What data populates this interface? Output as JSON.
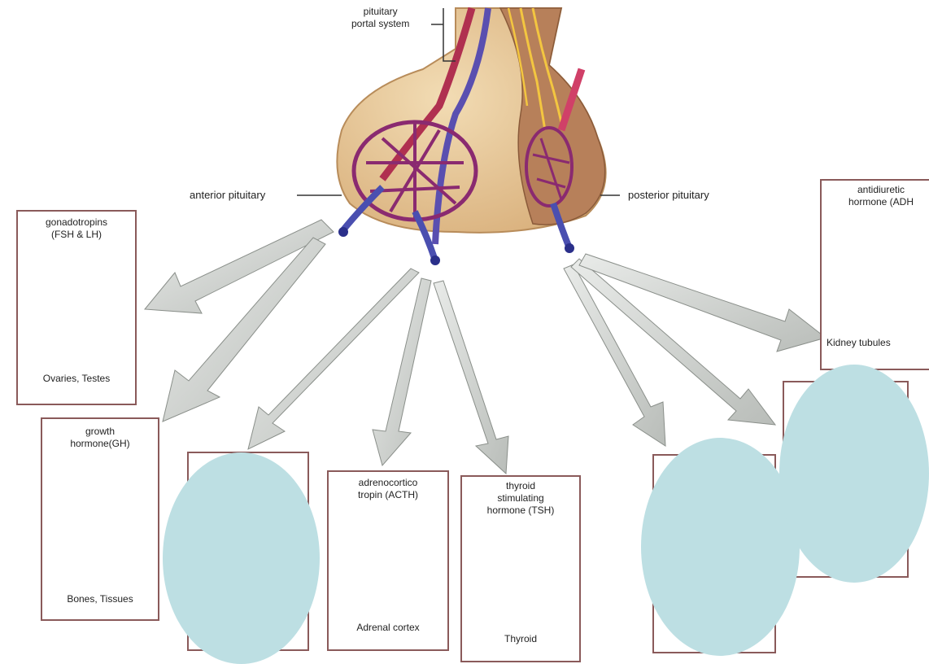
{
  "labels": {
    "portal": [
      "pituitary",
      "portal system"
    ],
    "anterior": "anterior pituitary",
    "posterior": "posterior pituitary"
  },
  "cards": {
    "gonadotropins": {
      "hormone": [
        "gonadotropins",
        "(FSH & LH)"
      ],
      "target": "Ovaries, Testes"
    },
    "growth": {
      "hormone": [
        "growth",
        "hormone(GH)"
      ],
      "target": "Bones, Tissues"
    },
    "acth": {
      "hormone": [
        "adrenocortico",
        "tropin (ACTH)"
      ],
      "target": "Adrenal cortex"
    },
    "tsh": {
      "hormone": [
        "thyroid",
        "stimulating",
        "hormone (TSH)"
      ],
      "target": "Thyroid"
    },
    "adh": {
      "hormone": [
        "antidiuretic",
        "hormone (ADH"
      ],
      "target": "Kidney tubules"
    }
  },
  "colors": {
    "gland": "#e8c79a",
    "posterior_lobe": "#b7805a",
    "vessel_red": "#b03050",
    "vessel_blue": "#4a4fb0",
    "arrow": "#cfd2cf",
    "mask": "#bddfe3",
    "card_border": "#8a5a5a"
  }
}
